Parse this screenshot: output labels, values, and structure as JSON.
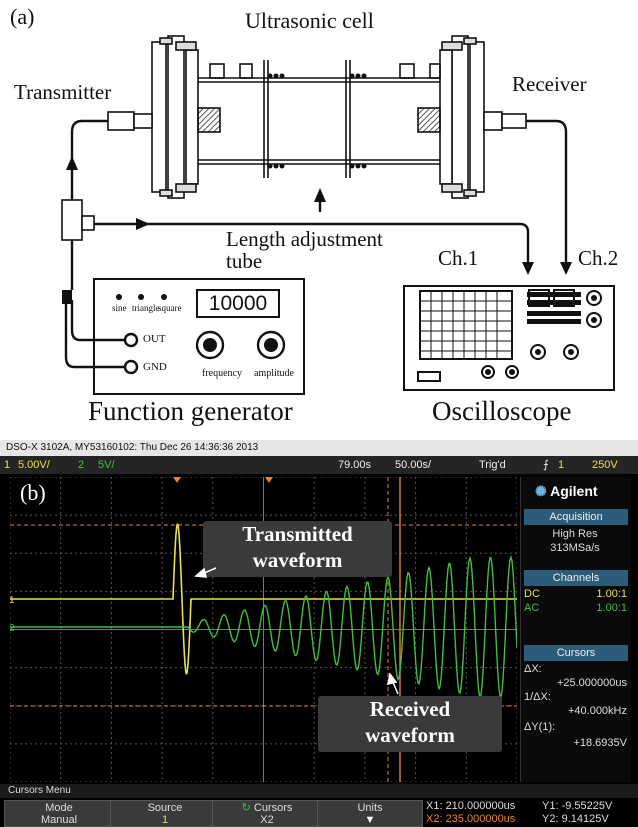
{
  "panel_a": {
    "label": "(a)",
    "cell_title": "Ultrasonic cell",
    "transmitter": "Transmitter",
    "receiver": "Receiver",
    "length_tube_line1": "Length adjustment",
    "length_tube_line2": "tube",
    "ch1": "Ch.1",
    "ch2": "Ch.2",
    "function_generator": "Function generator",
    "oscilloscope": "Oscilloscope",
    "fg_display": "10000",
    "fg_waves": [
      "sine",
      "triangle",
      "square"
    ],
    "fg_out": "OUT",
    "fg_gnd": "GND",
    "fg_knob1": "frequency",
    "fg_knob2": "amplitude"
  },
  "panel_b": {
    "label": "(b)",
    "header": "DSO-X 3102A, MY53160102: Thu Dec 26 14:36:36 2013",
    "status": {
      "ch1_num": "1",
      "ch1_scale": "5.00V/",
      "ch2_num": "2",
      "ch2_scale": "5V/",
      "delay": "79.00s",
      "timebase": "50.00s/",
      "trig": "Trig'd",
      "trig_ch": "1",
      "trig_level": "250V"
    },
    "right_panel": {
      "brand": "Agilent",
      "acq_head": "Acquisition",
      "acq_mode": "High Res",
      "acq_rate": "313MSa/s",
      "channels_head": "Channels",
      "ch1_coupling": "DC",
      "ch1_probe": "1.00:1",
      "ch2_coupling": "AC",
      "ch2_probe": "1.00:1",
      "cursors_head": "Cursors",
      "dx_label": "ΔX:",
      "dx_value": "+25.000000us",
      "inv_dx_label": "1/ΔX:",
      "inv_dx_value": "+40.000kHz",
      "dy_label": "ΔY(1):",
      "dy_value": "+18.6935V"
    },
    "menu_title": "Cursors Menu",
    "buttons": [
      {
        "label": "Mode",
        "value": "Manual"
      },
      {
        "label": "Source",
        "value": "1"
      },
      {
        "label": "Cursors",
        "value": "X2"
      },
      {
        "label": "Units",
        "value": ""
      }
    ],
    "readouts": {
      "x1": "X1: 210.000000us",
      "x2": "X2: 235.000000us",
      "y1": "Y1: -9.55225V",
      "y2": "Y2: 9.14125V"
    },
    "callout_tx_1": "Transmitted",
    "callout_tx_2": "waveform",
    "callout_rx_1": "Received",
    "callout_rx_2": "waveform",
    "colors": {
      "ch1": "#e8e04a",
      "ch2": "#3fbf3f",
      "cursor": "#e8852a",
      "grid": "#555555"
    }
  }
}
